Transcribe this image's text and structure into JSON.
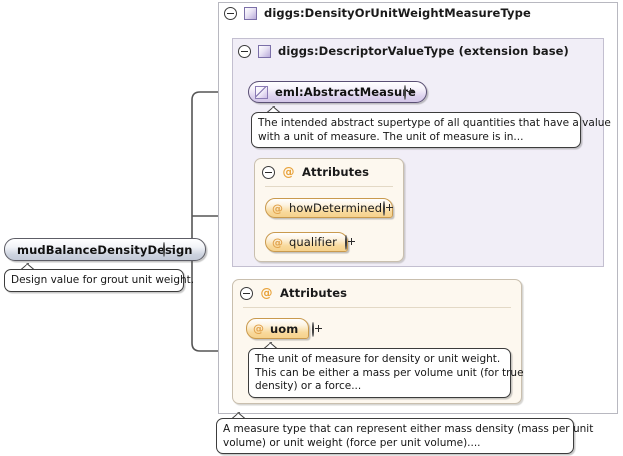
{
  "diagram": {
    "kind": "xml-schema-component-diagram",
    "root_element": {
      "name": "mudBalanceDensityDesign",
      "toggle": "minus",
      "annotation": "Design value for grout unit weight."
    },
    "complex_type": {
      "name": "diggs:DensityOrUnitWeightMeasureType",
      "toggle": "minus",
      "icon": "complextype-icon",
      "annotation_lines": [
        "A measure type that can represent either mass density (mass per unit",
        "volume) or unit weight (force per unit volume)...."
      ]
    },
    "extension_base": {
      "name": "diggs:DescriptorValueType (extension base)",
      "toggle": "minus",
      "icon": "complextype-icon"
    },
    "abstract_element": {
      "name": "eml:AbstractMeasure",
      "icon": "abstract-element-icon",
      "expand_toggle": "plus",
      "annotation_lines": [
        "The intended abstract supertype of all quantities that have a value",
        "with a unit of measure. The unit of measure is in..."
      ]
    },
    "attribute_groups": [
      {
        "title": "Attributes",
        "icon": "at-icon",
        "toggle": "minus",
        "attributes": [
          {
            "name": "howDetermined",
            "expand_toggle": "plus",
            "bold": false
          },
          {
            "name": "qualifier",
            "expand_toggle": "plus",
            "bold": false
          }
        ]
      },
      {
        "title": "Attributes",
        "icon": "at-icon",
        "toggle": "minus",
        "attributes": [
          {
            "name": "uom",
            "expand_toggle": "plus",
            "bold": true
          }
        ],
        "attribute_annotation_lines": [
          "The unit of measure for density or unit weight.",
          "This can be either a mass per volume unit (for true",
          "density) or a force..."
        ]
      }
    ],
    "colors": {
      "complextype_fill": "#f1eef7",
      "attribute_panel_fill": "#fdf8ef",
      "attribute_pill": "#f8d99b",
      "abstract_pill": "#d3c6e8",
      "element_pill": "#c3cad8",
      "at_glyph": "#e8a33d",
      "connector": "#555555"
    }
  }
}
